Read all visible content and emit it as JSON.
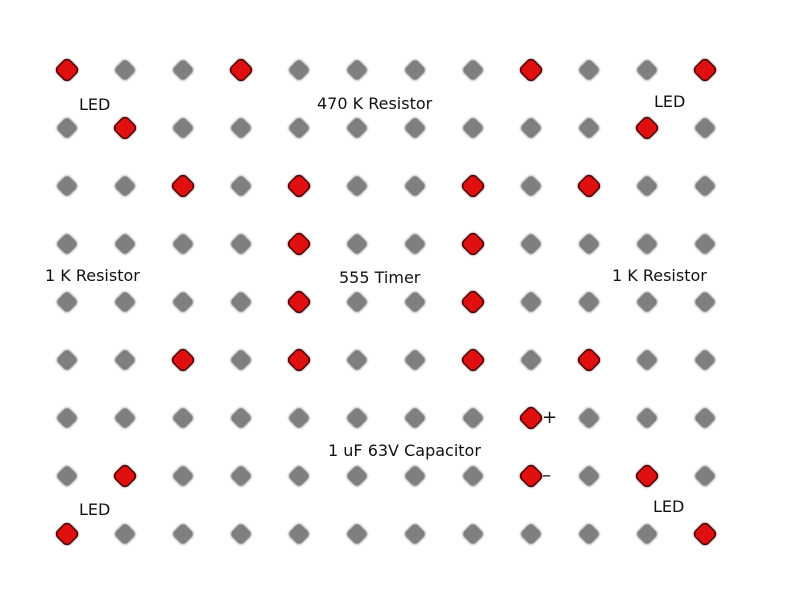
{
  "colors": {
    "hole": "#7f7f7f",
    "component_pin": "#e01010",
    "text": "#111111",
    "background": "#ffffff"
  },
  "grid": {
    "columns": 12,
    "rows": 9,
    "active_holes": [
      [
        0,
        0
      ],
      [
        3,
        0
      ],
      [
        8,
        0
      ],
      [
        11,
        0
      ],
      [
        1,
        1
      ],
      [
        10,
        1
      ],
      [
        2,
        2
      ],
      [
        4,
        2
      ],
      [
        7,
        2
      ],
      [
        9,
        2
      ],
      [
        4,
        3
      ],
      [
        7,
        3
      ],
      [
        4,
        4
      ],
      [
        7,
        4
      ],
      [
        2,
        5
      ],
      [
        4,
        5
      ],
      [
        7,
        5
      ],
      [
        9,
        5
      ],
      [
        8,
        6
      ],
      [
        1,
        7
      ],
      [
        8,
        7
      ],
      [
        10,
        7
      ],
      [
        0,
        8
      ],
      [
        11,
        8
      ]
    ]
  },
  "labels": {
    "led_top_left": "LED",
    "resistor_470k": "470 K Resistor",
    "led_top_right": "LED",
    "resistor_1k_left": "1 K Resistor",
    "timer_555": "555 Timer",
    "resistor_1k_right": "1 K Resistor",
    "capacitor_plus": "+",
    "capacitor": "1 uF 63V Capacitor",
    "capacitor_minus": "–",
    "led_bottom_left": "LED",
    "led_bottom_right": "LED"
  }
}
